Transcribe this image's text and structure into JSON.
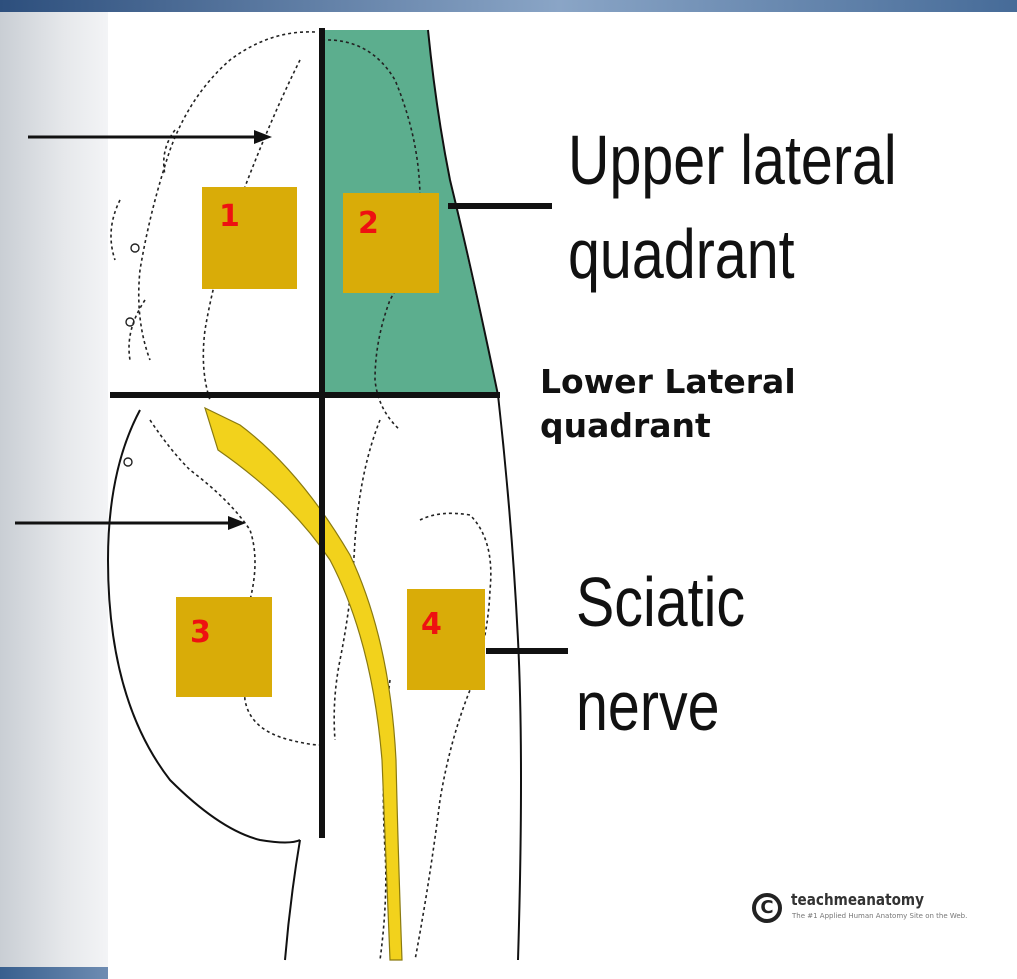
{
  "labels": {
    "upper_lateral_line1": "Upper lateral",
    "upper_lateral_line2": "quadrant",
    "lower_lateral_line1": "Lower Lateral",
    "lower_lateral_line2": "quadrant",
    "sciatic_line1": "Sciatic",
    "sciatic_line2": "nerve"
  },
  "quadrants": [
    {
      "number": "1"
    },
    {
      "number": "2"
    },
    {
      "number": "3"
    },
    {
      "number": "4"
    }
  ],
  "logo": {
    "symbol": "C",
    "name": "teachmeanatomy",
    "tagline": "The #1 Applied Human Anatomy Site on the Web."
  },
  "colors": {
    "highlight_quadrant": "#3fa07a",
    "number_box": "#d9ac08",
    "number_text": "#ee1111",
    "sciatic_nerve": "#f2d21c",
    "outline": "#111111"
  },
  "icons": [
    "arrow-right-icon",
    "copyright-icon"
  ]
}
